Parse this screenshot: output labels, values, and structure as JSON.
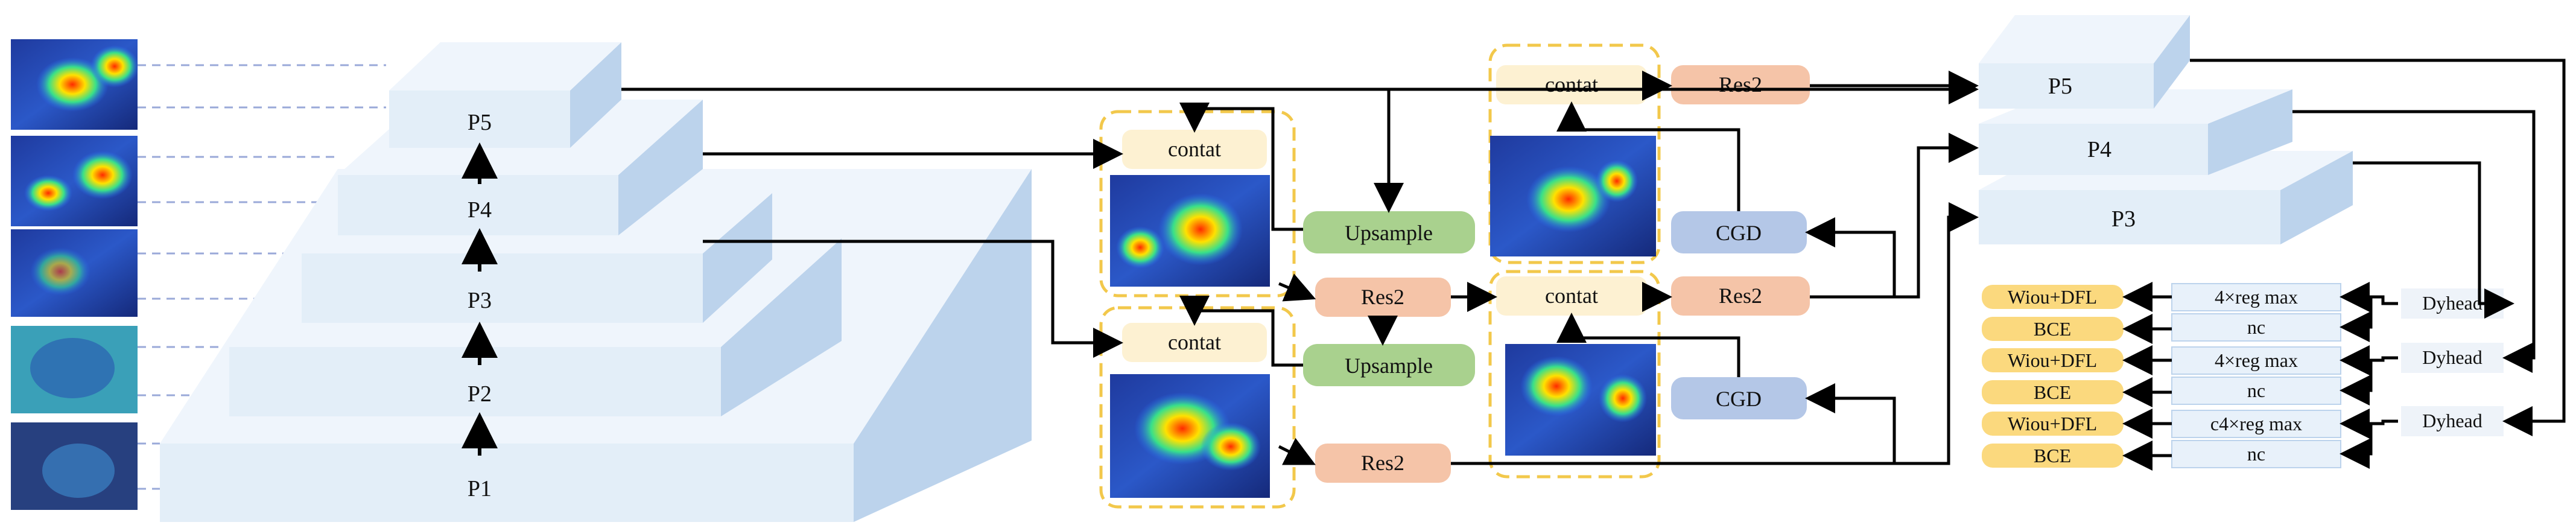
{
  "pyramid_levels": [
    "P1",
    "P2",
    "P3",
    "P4",
    "P5"
  ],
  "neck": {
    "concat_label": "contat",
    "res_label": "Res2",
    "upsample_label": "Upsample",
    "cgd_label": "CGD"
  },
  "output_levels": [
    "P5",
    "P4",
    "P3"
  ],
  "heads": [
    {
      "regression": "4×reg max",
      "cls": "nc",
      "loss_reg": "Wiou+DFL",
      "loss_cls": "BCE",
      "head": "Dyhead"
    },
    {
      "regression": "4×reg max",
      "cls": "nc",
      "loss_reg": "Wiou+DFL",
      "loss_cls": "BCE",
      "head": "Dyhead"
    },
    {
      "regression": "c4×reg max",
      "cls": "nc",
      "loss_reg": "Wiou+DFL",
      "loss_cls": "BCE",
      "head": "Dyhead"
    }
  ],
  "colors": {
    "pyramid_front": "#e3eef8",
    "pyramid_top": "#eff5fc",
    "pyramid_side": "#bcd3ec",
    "concat_fill": "#fdf1d2",
    "res_fill": "#f5c4a8",
    "upsample_fill": "#a9d18e",
    "cgd_fill": "#b4c7e7",
    "loss_fill": "#fbd97e",
    "dashed_border": "#f2c84b",
    "head_fill": "#e8f1fa",
    "arrow": "#000000"
  },
  "icons": {
    "heatmap": "heatmap-thumbnail"
  }
}
